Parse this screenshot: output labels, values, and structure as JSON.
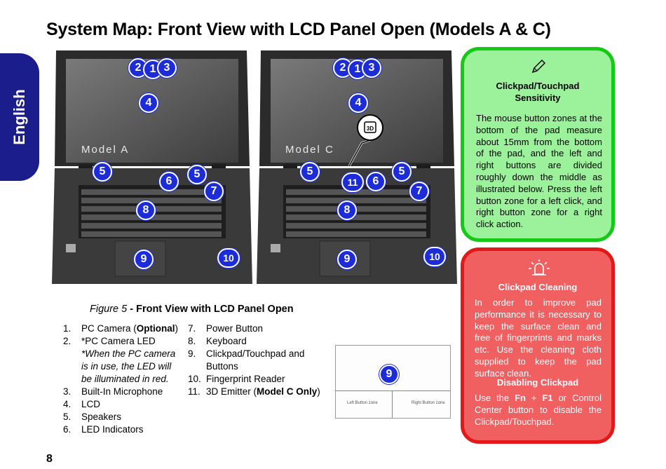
{
  "page": {
    "title": "System Map: Front View with LCD Panel Open (Models A & C)",
    "language_tab": "English",
    "page_number": "8"
  },
  "figure": {
    "caption_number": "Figure 5",
    "caption_title": " - Front View with LCD Panel Open",
    "model_a_label": "Model A",
    "model_c_label": "Model C",
    "callouts": [
      "1",
      "2",
      "3",
      "4",
      "5",
      "6",
      "7",
      "8",
      "9",
      "10",
      "11"
    ],
    "emitter_icon": "3d-emitter-icon"
  },
  "legend_left": [
    {
      "num": "1.",
      "pre": "PC Camera (",
      "bold": "Optional",
      "post": ")"
    },
    {
      "num": "2.",
      "pre": "*PC Camera LED",
      "bold": "",
      "post": ""
    },
    {
      "num": "",
      "note": "*When the PC camera is in use, the LED will be illuminated in red."
    },
    {
      "num": "3.",
      "pre": "Built-In Microphone",
      "bold": "",
      "post": ""
    },
    {
      "num": "4.",
      "pre": "LCD",
      "bold": "",
      "post": ""
    },
    {
      "num": "5.",
      "pre": "Speakers",
      "bold": "",
      "post": ""
    },
    {
      "num": "6.",
      "pre": "LED Indicators",
      "bold": "",
      "post": ""
    }
  ],
  "legend_right": [
    {
      "num": "7.",
      "pre": "Power Button",
      "bold": "",
      "post": ""
    },
    {
      "num": "8.",
      "pre": "Keyboard",
      "bold": "",
      "post": ""
    },
    {
      "num": "9.",
      "pre": "Clickpad/Touchpad and Buttons",
      "bold": "",
      "post": ""
    },
    {
      "num": "10.",
      "pre": "Fingerprint Reader",
      "bold": "",
      "post": ""
    },
    {
      "num": "11.",
      "pre": "3D Emitter (",
      "bold": "Model C Only",
      "post": ")"
    }
  ],
  "touchpad_figure": {
    "callout": "9",
    "left_zone": "Left Button zone",
    "right_zone": "Right Button zone"
  },
  "green_box": {
    "icon": "pencil-icon",
    "heading": "Clickpad/Touchpad Sensitivity",
    "body": "The mouse button zones at the bottom of the pad measure about 15mm from the bottom of the pad, and the left and right buttons are divided roughly down the middle as illustrated below. Press the left button zone for a left click, and right button zone for a right click action."
  },
  "red_box": {
    "icon": "warning-icon",
    "heading1": "Clickpad Cleaning",
    "body1": "In order to improve pad performance it is necessary to keep the surface clean and free of fingerprints and marks etc. Use the cleaning cloth supplied to keep the pad surface clean.",
    "heading2": "Disabling Clickpad",
    "body2_pre": "Use the ",
    "body2_key1": "Fn",
    "body2_plus": " + ",
    "body2_key2": "F1",
    "body2_post": " or Control Center button to disable the Clickpad/Touchpad."
  },
  "colors": {
    "tab_blue": "#1b1d8d",
    "callout_blue": "#1d2cd9",
    "green_fill": "#9bf29b",
    "green_border": "#17c917",
    "red_fill": "#f06060",
    "red_border": "#e31919"
  }
}
